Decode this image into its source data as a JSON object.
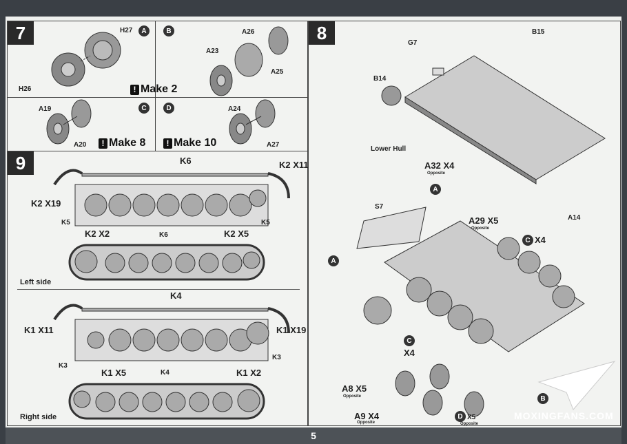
{
  "steps": {
    "s7": {
      "num": "7",
      "make2": "Make 2",
      "make8": "Make 8",
      "make10": "Make 10",
      "labels": {
        "h27": "H27",
        "h26": "H26",
        "a26": "A26",
        "a23": "A23",
        "a25": "A25",
        "a19": "A19",
        "a20": "A20",
        "a24": "A24",
        "a27": "A27"
      },
      "circles": {
        "a": "A",
        "b": "B",
        "c": "C",
        "d": "D"
      }
    },
    "s8": {
      "num": "8",
      "labels": {
        "g7": "G7",
        "b15": "B15",
        "b14": "B14",
        "lower_hull": "Lower Hull",
        "a32": "A32",
        "a29": "A29",
        "a14": "A14",
        "s7": "S7",
        "a8": "A8",
        "a9": "A9"
      },
      "qty": {
        "a32": "X4",
        "a29": "X5",
        "c4": "X4",
        "c_left": "X4",
        "a8": "X5",
        "a9": "X4",
        "d5": "X5"
      },
      "opposite": "Opposite",
      "circles": {
        "a1": "A",
        "a2": "A",
        "c1": "C",
        "c2": "C",
        "b": "B",
        "d": "D"
      }
    },
    "s9": {
      "num": "9",
      "left": {
        "k6_top": "K6",
        "k2_x11": "K2",
        "x11": "X11",
        "k2_x19": "K2",
        "x19": "X19",
        "k5a": "K5",
        "k5b": "K5",
        "k2_x2": "K2",
        "x2": "X2",
        "k6_bot": "K6",
        "k2_x5": "K2",
        "x5": "X5",
        "side": "Left side"
      },
      "right": {
        "k4_top": "K4",
        "k1_x11": "K1",
        "x11": "X11",
        "k1_x19": "K1",
        "x19": "X19",
        "k3a": "K3",
        "k3b": "K3",
        "k1_x5": "K1",
        "x5": "X5",
        "k4_bot": "K4",
        "k1_x2": "K1",
        "x2": "X2",
        "side": "Right side"
      }
    }
  },
  "page_number": "5",
  "watermark": "MOXINGFANS.COM"
}
